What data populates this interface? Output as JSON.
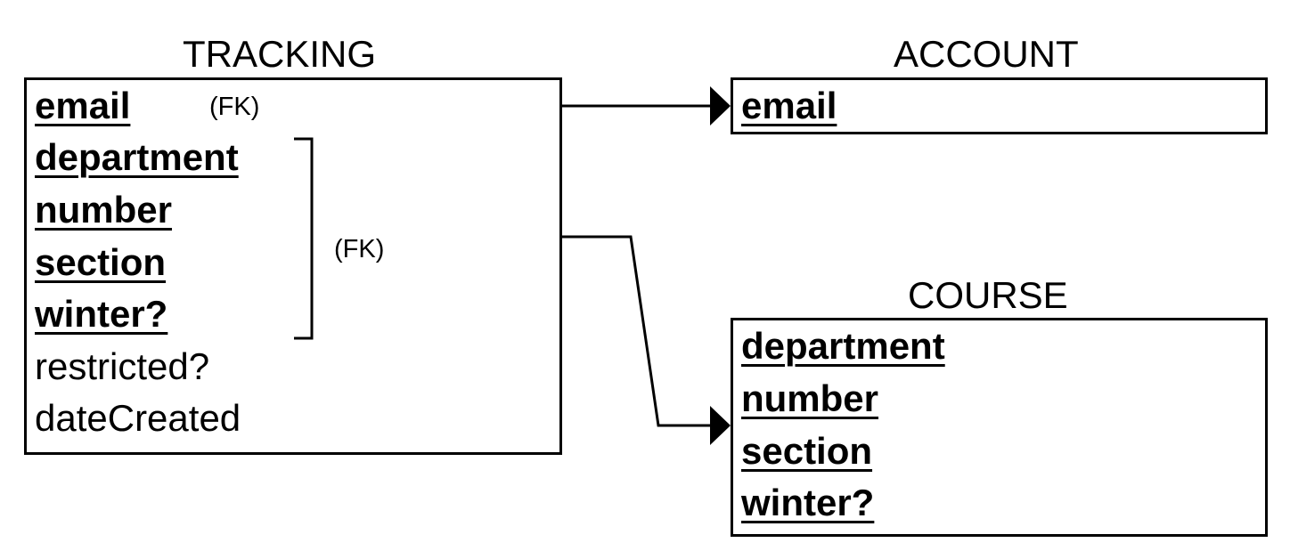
{
  "tables": {
    "tracking": {
      "name": "TRACKING",
      "fields": [
        {
          "label": "email",
          "key": true
        },
        {
          "label": "department",
          "key": true
        },
        {
          "label": "number",
          "key": true
        },
        {
          "label": "section",
          "key": true
        },
        {
          "label": "winter?",
          "key": true
        },
        {
          "label": "restricted?",
          "key": false
        },
        {
          "label": "dateCreated",
          "key": false
        }
      ],
      "fk_email_note": "(FK)",
      "fk_course_note": "(FK)"
    },
    "account": {
      "name": "ACCOUNT",
      "fields": [
        {
          "label": "email",
          "key": true
        }
      ]
    },
    "course": {
      "name": "COURSE",
      "fields": [
        {
          "label": "department",
          "key": true
        },
        {
          "label": "number",
          "key": true
        },
        {
          "label": "section",
          "key": true
        },
        {
          "label": "winter?",
          "key": true
        }
      ]
    }
  }
}
